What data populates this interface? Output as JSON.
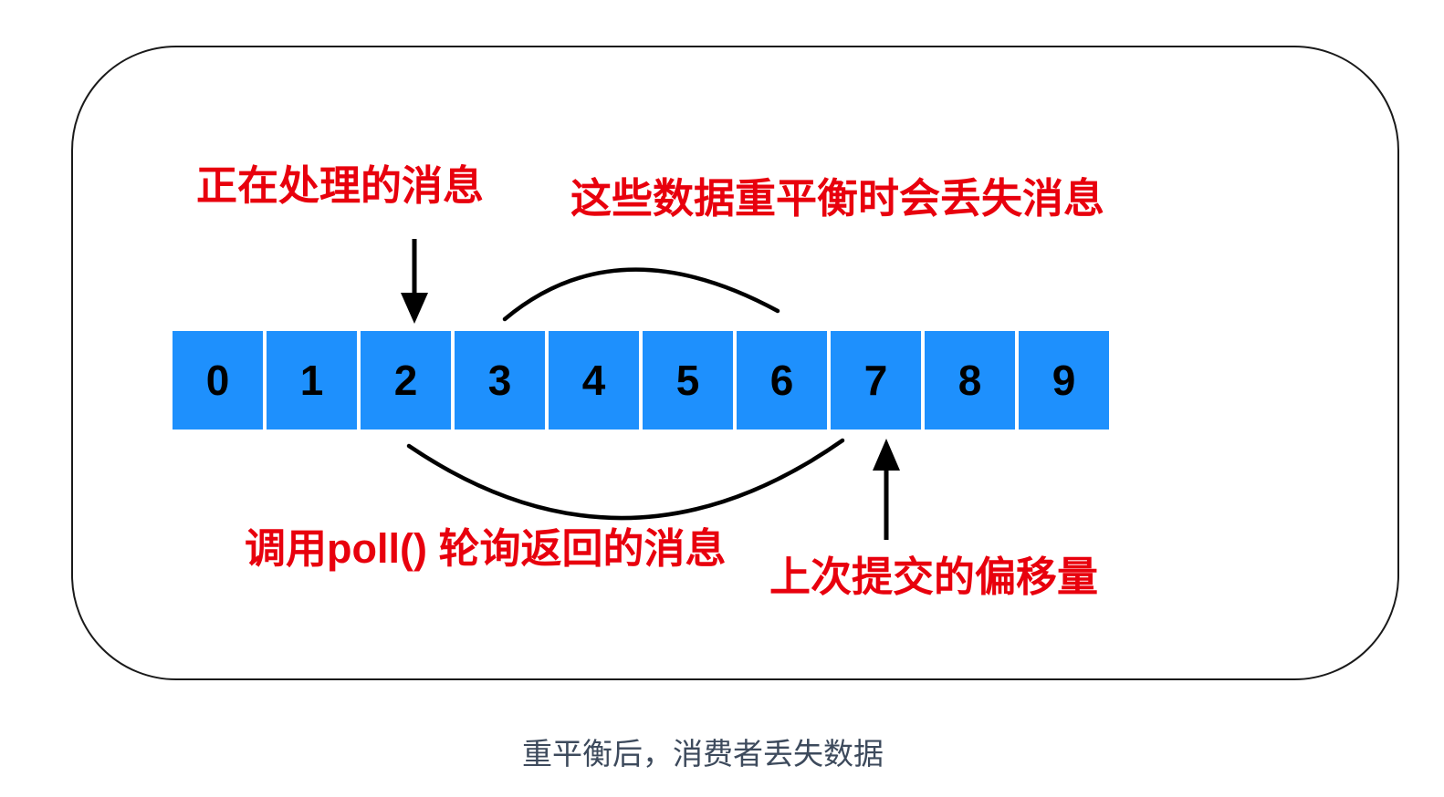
{
  "diagram": {
    "caption": "重平衡后，消费者丢失数据",
    "labels": {
      "processing": "正在处理的消息",
      "lost_on_rebalance": "这些数据重平衡时会丢失消息",
      "poll_returned": "调用poll() 轮询返回的消息",
      "last_committed": "上次提交的偏移量"
    },
    "partition": {
      "offsets": [
        "0",
        "1",
        "2",
        "3",
        "4",
        "5",
        "6",
        "7",
        "8",
        "9"
      ]
    },
    "colors": {
      "box_blue": "#1e90fd",
      "annotation_red": "#e8000d",
      "caption_gray": "#3d4a5c",
      "line_black": "#000000"
    }
  }
}
